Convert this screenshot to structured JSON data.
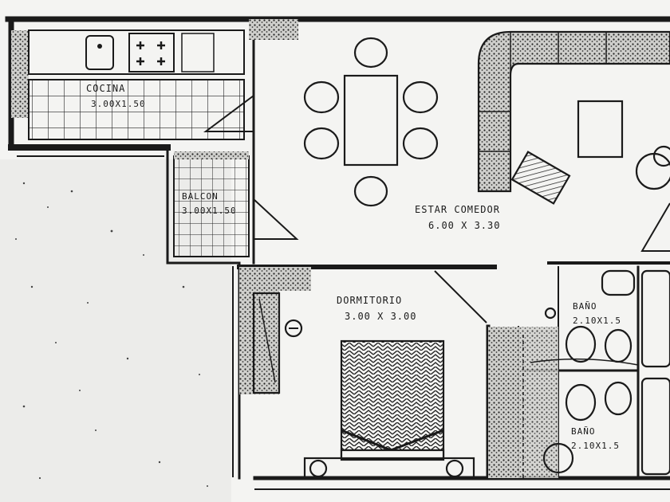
{
  "rooms": {
    "cocina": {
      "name": "COCINA",
      "dims": "3.00X1.50"
    },
    "balcon": {
      "name": "BALCON",
      "dims": "3.00X1.50"
    },
    "estar": {
      "name": "ESTAR COMEDOR",
      "dims": "6.00 X 3.30"
    },
    "dormitorio": {
      "name": "DORMITORIO",
      "dims": "3.00 X 3.00"
    },
    "bano1": {
      "name": "BAÑO",
      "dims": "2.10X1.5"
    },
    "bano2": {
      "name": "BAÑO",
      "dims": "2.10X1.5"
    }
  },
  "colors": {
    "wall": "#1a1a1a",
    "paper": "#f4f4f2",
    "hatch": "#555555"
  }
}
